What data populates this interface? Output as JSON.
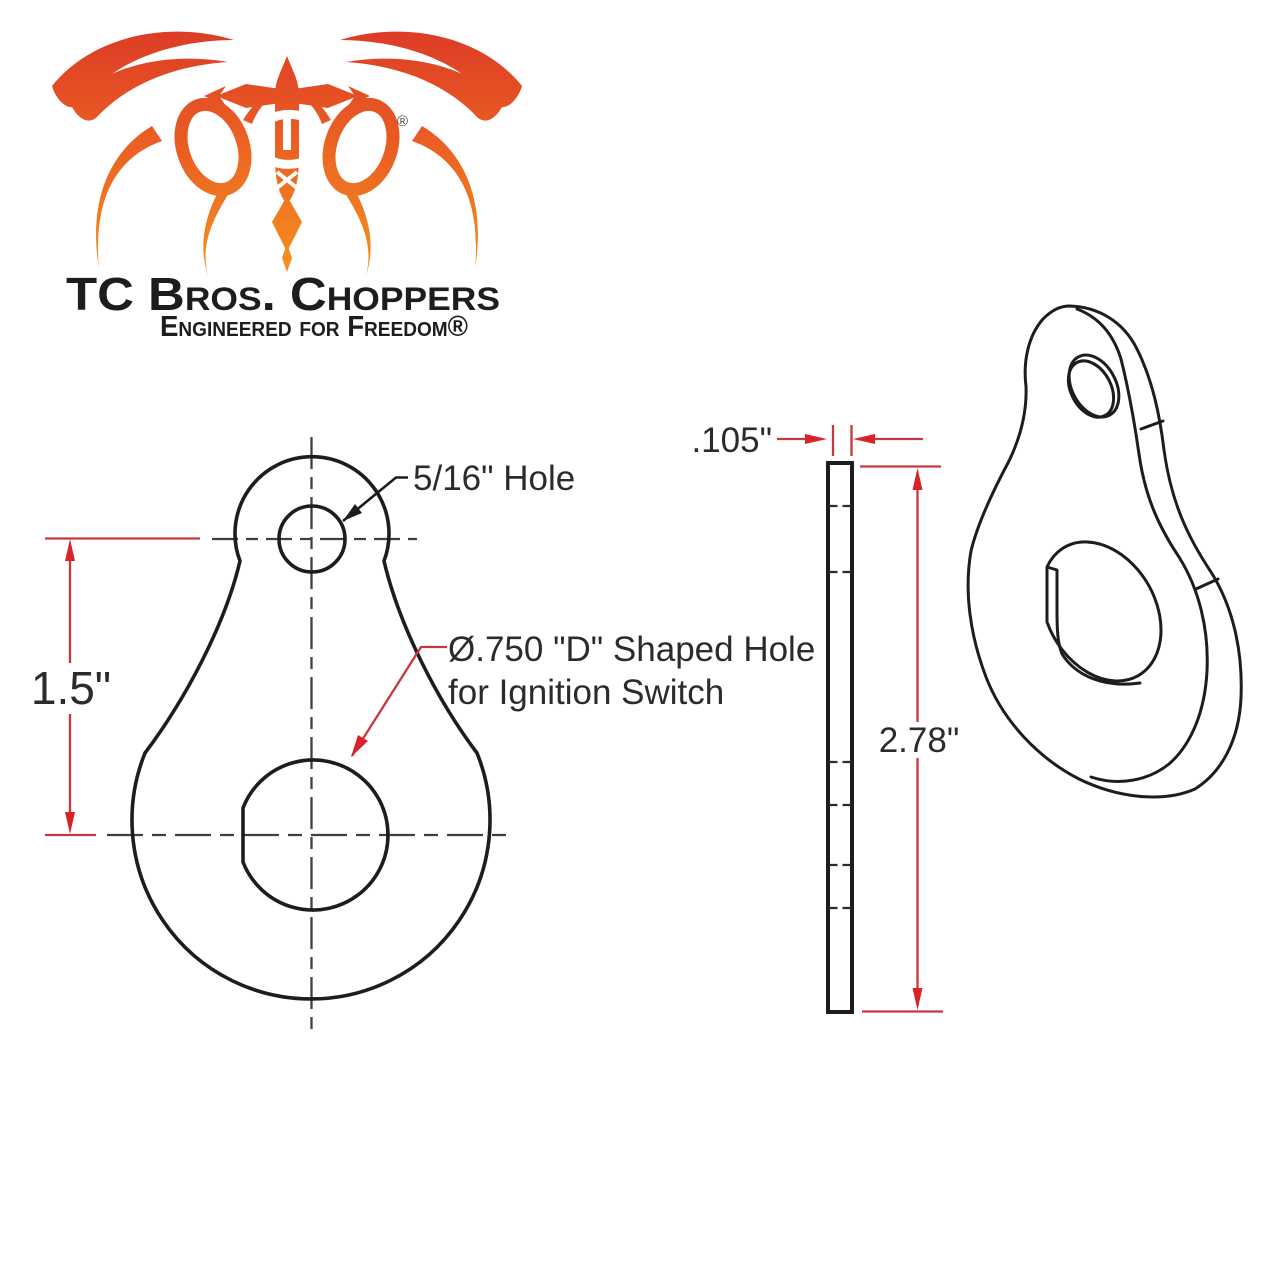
{
  "brand": {
    "title": "TC Bros. Choppers",
    "tagline": "Engineered for Freedom®",
    "registered": "®",
    "colors": {
      "flame_top": "#dc3b26",
      "flame_bottom": "#f6941e",
      "text": "#1d1d1b"
    }
  },
  "drawing": {
    "colors": {
      "outline": "#1d1d1d",
      "centerline": "#3f3f3f",
      "dimension_line": "#c43840",
      "arrow": "#d8232a",
      "label_text": "#2b2b2b"
    },
    "front_view": {
      "label_small_hole": "5/16\" Hole",
      "label_d_hole_line1": "Ø.750 \"D\" Shaped Hole",
      "label_d_hole_line2": "for Ignition Switch",
      "dim_hole_spacing": "1.5\""
    },
    "side_view": {
      "dim_thickness": ".105\"",
      "dim_height": "2.78\""
    },
    "views": [
      "front",
      "side",
      "isometric"
    ]
  }
}
